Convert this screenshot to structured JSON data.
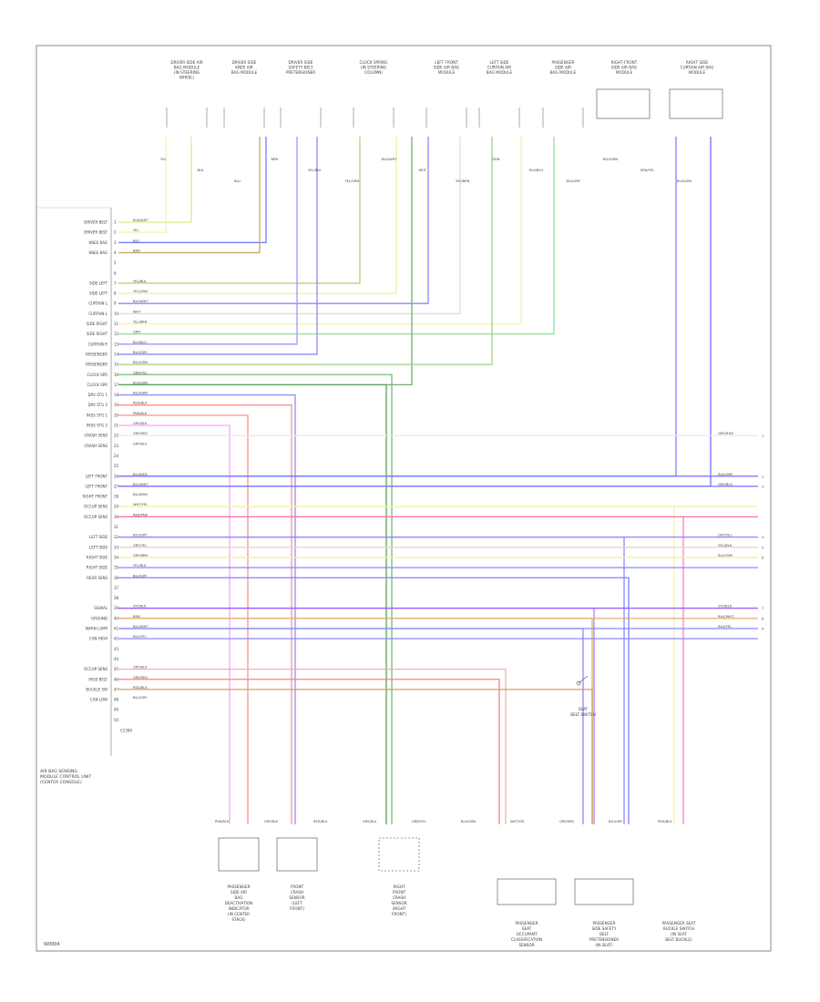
{
  "diagram": {
    "footer_code": "W0004",
    "module_title": [
      "AIR BAG SENSING",
      "MODULE CONTROL UNIT",
      "(CENTER CONSOLE)"
    ],
    "connector_code": "C2390",
    "top_components": [
      {
        "id": "c1",
        "lines": [
          "DRIVER SIDE AIR",
          "BAG MODULE",
          "(IN STEERING",
          "WHEEL)"
        ]
      },
      {
        "id": "c2",
        "lines": [
          "DRIVER SIDE",
          "KNEE AIR",
          "BAG MODULE"
        ]
      },
      {
        "id": "c3",
        "lines": [
          "DRIVER SIDE",
          "SAFETY BELT",
          "PRETENSIONER"
        ]
      },
      {
        "id": "c4",
        "lines": [
          "CLOCK SPRING",
          "(IN STEERING",
          "COLUMN)"
        ]
      },
      {
        "id": "c5",
        "lines": [
          "LEFT FRONT",
          "SIDE AIR BAG",
          "MODULE"
        ]
      },
      {
        "id": "c6",
        "lines": [
          "LEFT SIDE",
          "CURTAIN AIR",
          "BAG MODULE"
        ]
      },
      {
        "id": "c7",
        "lines": [
          "PASSENGER",
          "SIDE AIR",
          "BAG MODULE"
        ]
      },
      {
        "id": "c8",
        "lines": [
          "RIGHT FRONT",
          "SIDE AIR BAG",
          "MODULE"
        ]
      },
      {
        "id": "c9",
        "lines": [
          "RIGHT SIDE",
          "CURTAIN AIR BAG",
          "MODULE"
        ]
      }
    ],
    "left_pins": [
      {
        "n": "1",
        "label": "DRIVER BELT",
        "wire": "BLK/WHT"
      },
      {
        "n": "2",
        "label": "DRIVER BELT",
        "wire": "YEL"
      },
      {
        "n": "3",
        "label": "KNEE BAG",
        "wire": "BLU"
      },
      {
        "n": "4",
        "label": "KNEE BAG",
        "wire": "BRN"
      },
      {
        "n": "5",
        "label": "",
        "wire": ""
      },
      {
        "n": "6",
        "label": "",
        "wire": ""
      },
      {
        "n": "7",
        "label": "SIDE LEFT",
        "wire": "YEL/BLK"
      },
      {
        "n": "8",
        "label": "SIDE LEFT",
        "wire": "YEL/GRN"
      },
      {
        "n": "9",
        "label": "CURTAIN L",
        "wire": "BLU/WHT"
      },
      {
        "n": "10",
        "label": "CURTAIN L",
        "wire": "WHT"
      },
      {
        "n": "11",
        "label": "SIDE RIGHT",
        "wire": "YEL/BRN"
      },
      {
        "n": "12",
        "label": "SIDE RIGHT",
        "wire": "GRN"
      },
      {
        "n": "13",
        "label": "CURTAIN R",
        "wire": "BLK/BLU"
      },
      {
        "n": "14",
        "label": "PASSENGER",
        "wire": "BLU/GRY"
      },
      {
        "n": "15",
        "label": "PASSENGER",
        "wire": "BLU/GRN"
      },
      {
        "n": "16",
        "label": "CLOCK SPR",
        "wire": "GRN/YEL"
      },
      {
        "n": "17",
        "label": "CLOCK SPR",
        "wire": "BLK/GRN"
      },
      {
        "n": "18",
        "label": "DRV STG 1",
        "wire": "BLU/GRN"
      },
      {
        "n": "19",
        "label": "DRV STG 2",
        "wire": "RED/BLK"
      },
      {
        "n": "20",
        "label": "PASS STG 1",
        "wire": "PNK/BLK"
      },
      {
        "n": "21",
        "label": "PASS STG 2",
        "wire": "GRY/BLK"
      },
      {
        "n": "22",
        "label": "CRASH SENS",
        "wire": "GRY/RED"
      },
      {
        "n": "23",
        "label": "CRASH SENS",
        "wire": "GRY/BLU"
      },
      {
        "n": "24",
        "label": "",
        "wire": ""
      },
      {
        "n": "25",
        "label": "",
        "wire": ""
      },
      {
        "n": "26",
        "label": "LEFT FRONT",
        "wire": "BLU/RED"
      },
      {
        "n": "27",
        "label": "LEFT FRONT",
        "wire": "BLU/WHT"
      },
      {
        "n": "28",
        "label": "RIGHT FRONT",
        "wire": "BLU/BRN"
      },
      {
        "n": "29",
        "label": "OCCUP SENS",
        "wire": "WHT/YEL"
      },
      {
        "n": "30",
        "label": "OCCUP SENS",
        "wire": "RED/PNK"
      },
      {
        "n": "31",
        "label": "",
        "wire": ""
      },
      {
        "n": "32",
        "label": "LEFT SIDE",
        "wire": "BLU/GRY"
      },
      {
        "n": "33",
        "label": "LEFT SIDE",
        "wire": "GRY/YEL"
      },
      {
        "n": "34",
        "label": "RIGHT SIDE",
        "wire": "GRY/BRN"
      },
      {
        "n": "35",
        "label": "RIGHT SIDE",
        "wire": "YEL/BLK"
      },
      {
        "n": "36",
        "label": "REAR SENS",
        "wire": "BLU/GRY"
      },
      {
        "n": "37",
        "label": "",
        "wire": ""
      },
      {
        "n": "38",
        "label": "",
        "wire": ""
      },
      {
        "n": "39",
        "label": "SIGNAL",
        "wire": "VIO/BLK"
      },
      {
        "n": "40",
        "label": "GROUND",
        "wire": "BRN"
      },
      {
        "n": "41",
        "label": "WARN LAMP",
        "wire": "BLU/WHT"
      },
      {
        "n": "42",
        "label": "CAN HIGH",
        "wire": "BLU/YEL"
      },
      {
        "n": "43",
        "label": "",
        "wire": ""
      },
      {
        "n": "44",
        "label": "",
        "wire": ""
      },
      {
        "n": "45",
        "label": "OCCUP SENS",
        "wire": "GRY/BLU"
      },
      {
        "n": "46",
        "label": "PASS BELT",
        "wire": "GRY/RED"
      },
      {
        "n": "47",
        "label": "BUCKLE SW",
        "wire": "RED/BLK"
      },
      {
        "n": "48",
        "label": "CAN LOW",
        "wire": "BLU/GRY"
      },
      {
        "n": "49",
        "label": "",
        "wire": ""
      },
      {
        "n": "50",
        "label": "",
        "wire": ""
      }
    ],
    "right_labels": [
      {
        "id": "r1",
        "text": "GRY/RED",
        "mark": "1"
      },
      {
        "id": "r2",
        "text": "BLU/GRY",
        "mark": "2"
      },
      {
        "id": "r3",
        "text": "GRY/BLU",
        "mark": "3"
      },
      {
        "id": "r4",
        "text": "GRY/YEL",
        "mark": "4"
      },
      {
        "id": "r5",
        "text": "YEL/BLK",
        "mark": "5"
      },
      {
        "id": "r6",
        "text": "BLU/GRY",
        "mark": "6"
      },
      {
        "id": "r7",
        "text": "VIO/BLK",
        "mark": "7"
      },
      {
        "id": "r8",
        "text": "BLU/WHT",
        "mark": "8"
      },
      {
        "id": "r9",
        "text": "BLU/YEL",
        "mark": "9"
      }
    ],
    "bottom_components": [
      {
        "id": "b1",
        "lines": [
          "PASSENGER",
          "SIDE AIR",
          "BAG",
          "DEACTIVATION",
          "INDICATOR",
          "(IN CENTER",
          "STACK)"
        ]
      },
      {
        "id": "b2",
        "lines": [
          "FRONT",
          "CRASH",
          "SENSOR",
          "(LEFT",
          "FRONT)"
        ]
      },
      {
        "id": "b3",
        "lines": [
          "RIGHT",
          "FRONT",
          "CRASH",
          "SENSOR",
          "(RIGHT",
          "FRONT)"
        ]
      },
      {
        "id": "b4",
        "lines": [
          "PASSENGER",
          "SEAT",
          "OCCUPANT",
          "CLASSIFICATION",
          "SENSOR"
        ]
      },
      {
        "id": "b5",
        "lines": [
          "PASSENGER",
          "SIDE SAFETY",
          "BELT",
          "PRETENSIONER",
          "(IN SEAT)"
        ]
      },
      {
        "id": "b6",
        "lines": [
          "PASSENGER SEAT",
          "BUCKLE SWITCH",
          "(IN SEAT",
          "BELT BUCKLE)"
        ]
      }
    ],
    "switch_label": [
      "SEAT",
      "BELT SWITCH"
    ],
    "top_wire_labels": [
      "YEL",
      "BLK",
      "BLU",
      "BRN",
      "YEL/BLK",
      "YEL/GRN",
      "BLU/WHT",
      "WHT",
      "YEL/BRN",
      "GRN",
      "BLK/BLU",
      "BLU/GRY",
      "BLU/GRN",
      "GRN/YEL",
      "BLK/GRN"
    ],
    "bottom_wire_labels": [
      "PNK/BLK",
      "GRY/BLK",
      "RED/BLK",
      "GRY/BLU",
      "GRN/YEL",
      "BLK/GRN",
      "WHT/YEL",
      "GRY/RED",
      "BLU/GRY",
      "RED/BLK"
    ]
  }
}
